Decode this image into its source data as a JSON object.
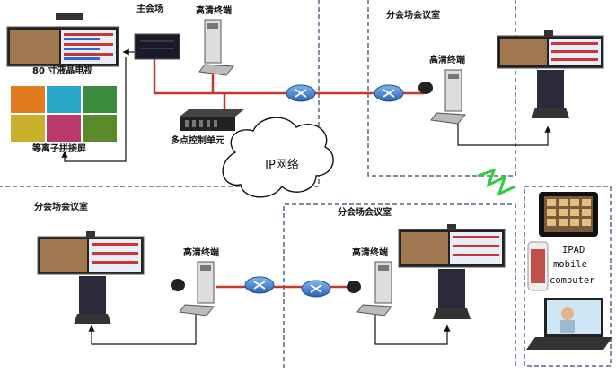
{
  "labels": {
    "main_venue": "主会场",
    "hd_terminal": "高清终端",
    "tv_80": "80 寸液晶电视",
    "plasma_wall": "等离子拼接屏",
    "mcu": "多点控制单元",
    "ip_network": "IP网络",
    "branch_room": "分会场会议室",
    "ipad": "IPAD",
    "mobile": "mobile",
    "computer": "computer"
  },
  "colors": {
    "lan_line": "#c0392b",
    "border_dash": "#556688",
    "wireless": "#2ecc40",
    "router": "#3b7fd0",
    "screen": "#3a3a4a"
  }
}
